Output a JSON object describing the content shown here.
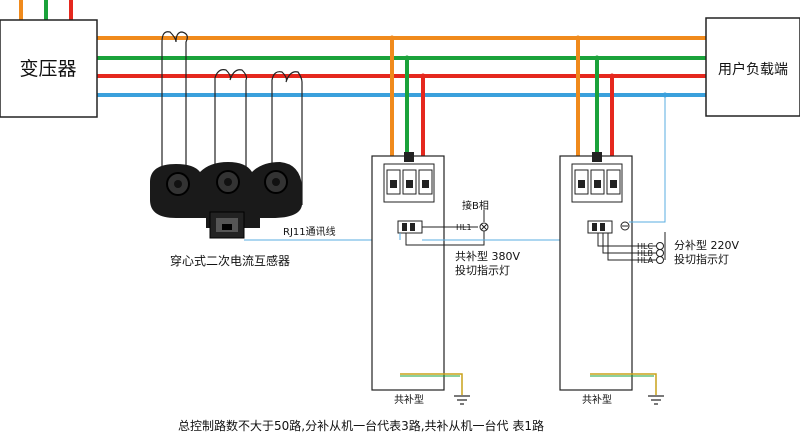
{
  "colors": {
    "orange": "#f08a1c",
    "green": "#1aa23a",
    "red": "#e5281e",
    "blue": "#3aa0dc",
    "thin_blue": "#5aaee0",
    "stroke": "#222222",
    "ct_body": "#1a1a1a"
  },
  "boxes": {
    "transformer": "变压器",
    "load": "用户负载端"
  },
  "ct": {
    "caption": "穿心式二次电流互感器",
    "cable_label": "RJ11通讯线"
  },
  "unit1": {
    "phase_label": "接B相",
    "lamp_tag": "HL1",
    "lamp_desc_line1": "共补型 380V",
    "lamp_desc_line2": "投切指示灯",
    "type_label": "共补型"
  },
  "unit2": {
    "lamp_tags": [
      "HLC",
      "HLB",
      "HLA"
    ],
    "lamp_desc_line1": "分补型 220V",
    "lamp_desc_line2": "投切指示灯",
    "type_label": "共补型"
  },
  "footer": "总控制路数不大于50路,分补从机一台代表3路,共补从机一台代 表1路",
  "icons": [
    "ground-icon",
    "led-indicator-icon",
    "ct-core-icon",
    "rj11-port-icon",
    "breaker-icon"
  ]
}
